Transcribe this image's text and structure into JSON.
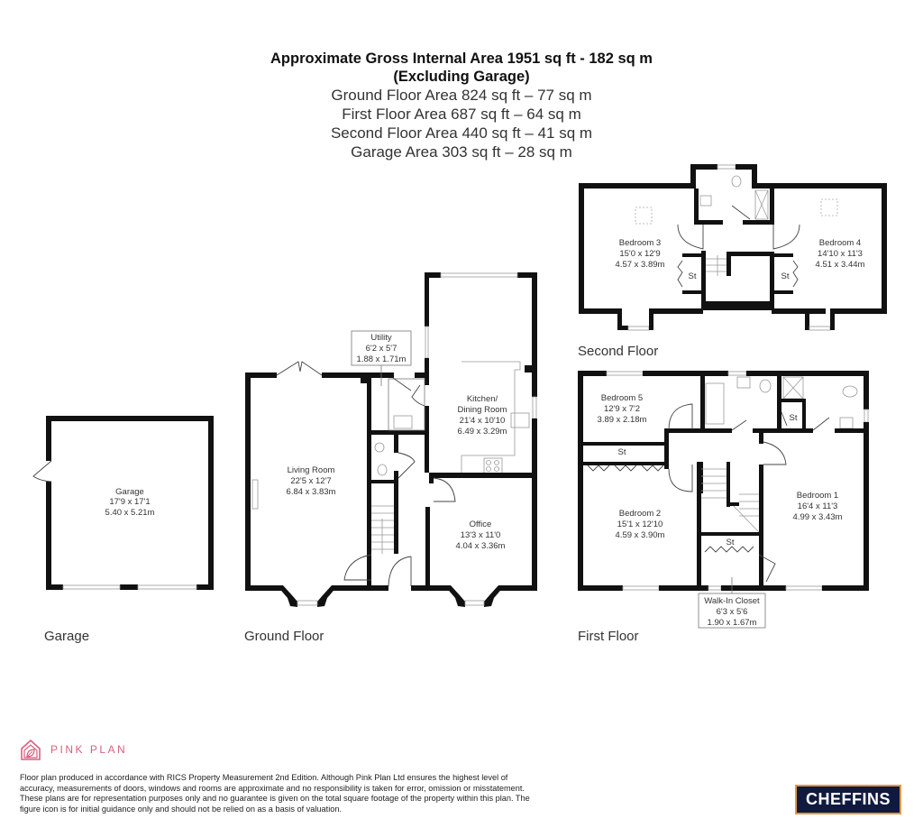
{
  "header": {
    "title_line1": "Approximate Gross Internal Area 1951 sq ft - 182 sq m",
    "title_line2": "(Excluding Garage)",
    "areas": [
      "Ground Floor Area 824 sq ft – 77 sq m",
      "First Floor Area 687 sq ft – 64 sq m",
      "Second Floor Area 440 sq ft – 41 sq m",
      "Garage Area 303 sq ft – 28 sq m"
    ]
  },
  "floors": {
    "garage": {
      "label": "Garage",
      "rooms": [
        {
          "name": "Garage",
          "imperial": "17'9 x 17'1",
          "metric": "5.40 x 5.21m"
        }
      ]
    },
    "ground": {
      "label": "Ground Floor",
      "rooms": [
        {
          "name": "Living Room",
          "imperial": "22'5 x 12'7",
          "metric": "6.84 x 3.83m"
        },
        {
          "name": "Utility",
          "imperial": "6'2 x 5'7",
          "metric": "1.88 x 1.71m"
        },
        {
          "name": "Kitchen/",
          "name2": "Dining Room",
          "imperial": "21'4 x 10'10",
          "metric": "6.49 x 3.29m"
        },
        {
          "name": "Office",
          "imperial": "13'3 x 11'0",
          "metric": "4.04 x 3.36m"
        }
      ]
    },
    "second": {
      "label": "Second Floor",
      "rooms": [
        {
          "name": "Bedroom 3",
          "imperial": "15'0 x 12'9",
          "metric": "4.57 x 3.89m"
        },
        {
          "name": "Bedroom 4",
          "imperial": "14'10 x 11'3",
          "metric": "4.51 x 3.44m"
        },
        {
          "name": "St"
        },
        {
          "name": "St"
        }
      ]
    },
    "first": {
      "label": "First Floor",
      "rooms": [
        {
          "name": "Bedroom 5",
          "imperial": "12'9 x 7'2",
          "metric": "3.89 x 2.18m"
        },
        {
          "name": "Bedroom 2",
          "imperial": "15'1 x 12'10",
          "metric": "4.59 x 3.90m"
        },
        {
          "name": "Bedroom 1",
          "imperial": "16'4 x 11'3",
          "metric": "4.99 x 3.43m"
        },
        {
          "name": "Walk-In Closet",
          "imperial": "6'3 x 5'6",
          "metric": "1.90 x 1.67m"
        },
        {
          "name": "St"
        },
        {
          "name": "St"
        },
        {
          "name": "St"
        }
      ]
    }
  },
  "branding": {
    "logo_text": "PINK PLAN",
    "logo_icon": "house-leaf-icon",
    "logo_color": "#d9607f",
    "agent": "CHEFFINS",
    "agent_bg": "#101a40",
    "agent_border": "#e19a3f"
  },
  "disclaimer": "Floor plan produced in accordance with RICS Property Measurement 2nd Edition. Although Pink Plan Ltd ensures the highest level of accuracy, measurements of doors, windows and rooms are approximate and no responsibility is taken for error, omission or misstatement. These plans are for representation purposes only and no guarantee is given on the total square footage of the property within this plan. The figure icon is for initial guidance only and should not be relied on as a basis of valuation."
}
